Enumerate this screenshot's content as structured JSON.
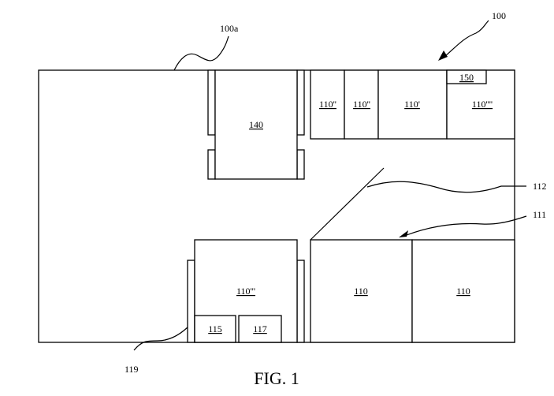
{
  "figure": {
    "caption": "FIG. 1",
    "labels": {
      "building": "100",
      "wall": "100a",
      "door": "112",
      "partition": "111",
      "opening": "119",
      "block_140": "140",
      "block_150": "150",
      "block_115": "115",
      "block_117": "117",
      "room_110_a": "110",
      "room_110_b": "110",
      "room_110_prime": "110'",
      "room_110_dprime_1": "110''",
      "room_110_dprime_2": "110''",
      "room_110_tprime": "110'''",
      "room_110_qprime": "110''''"
    }
  }
}
